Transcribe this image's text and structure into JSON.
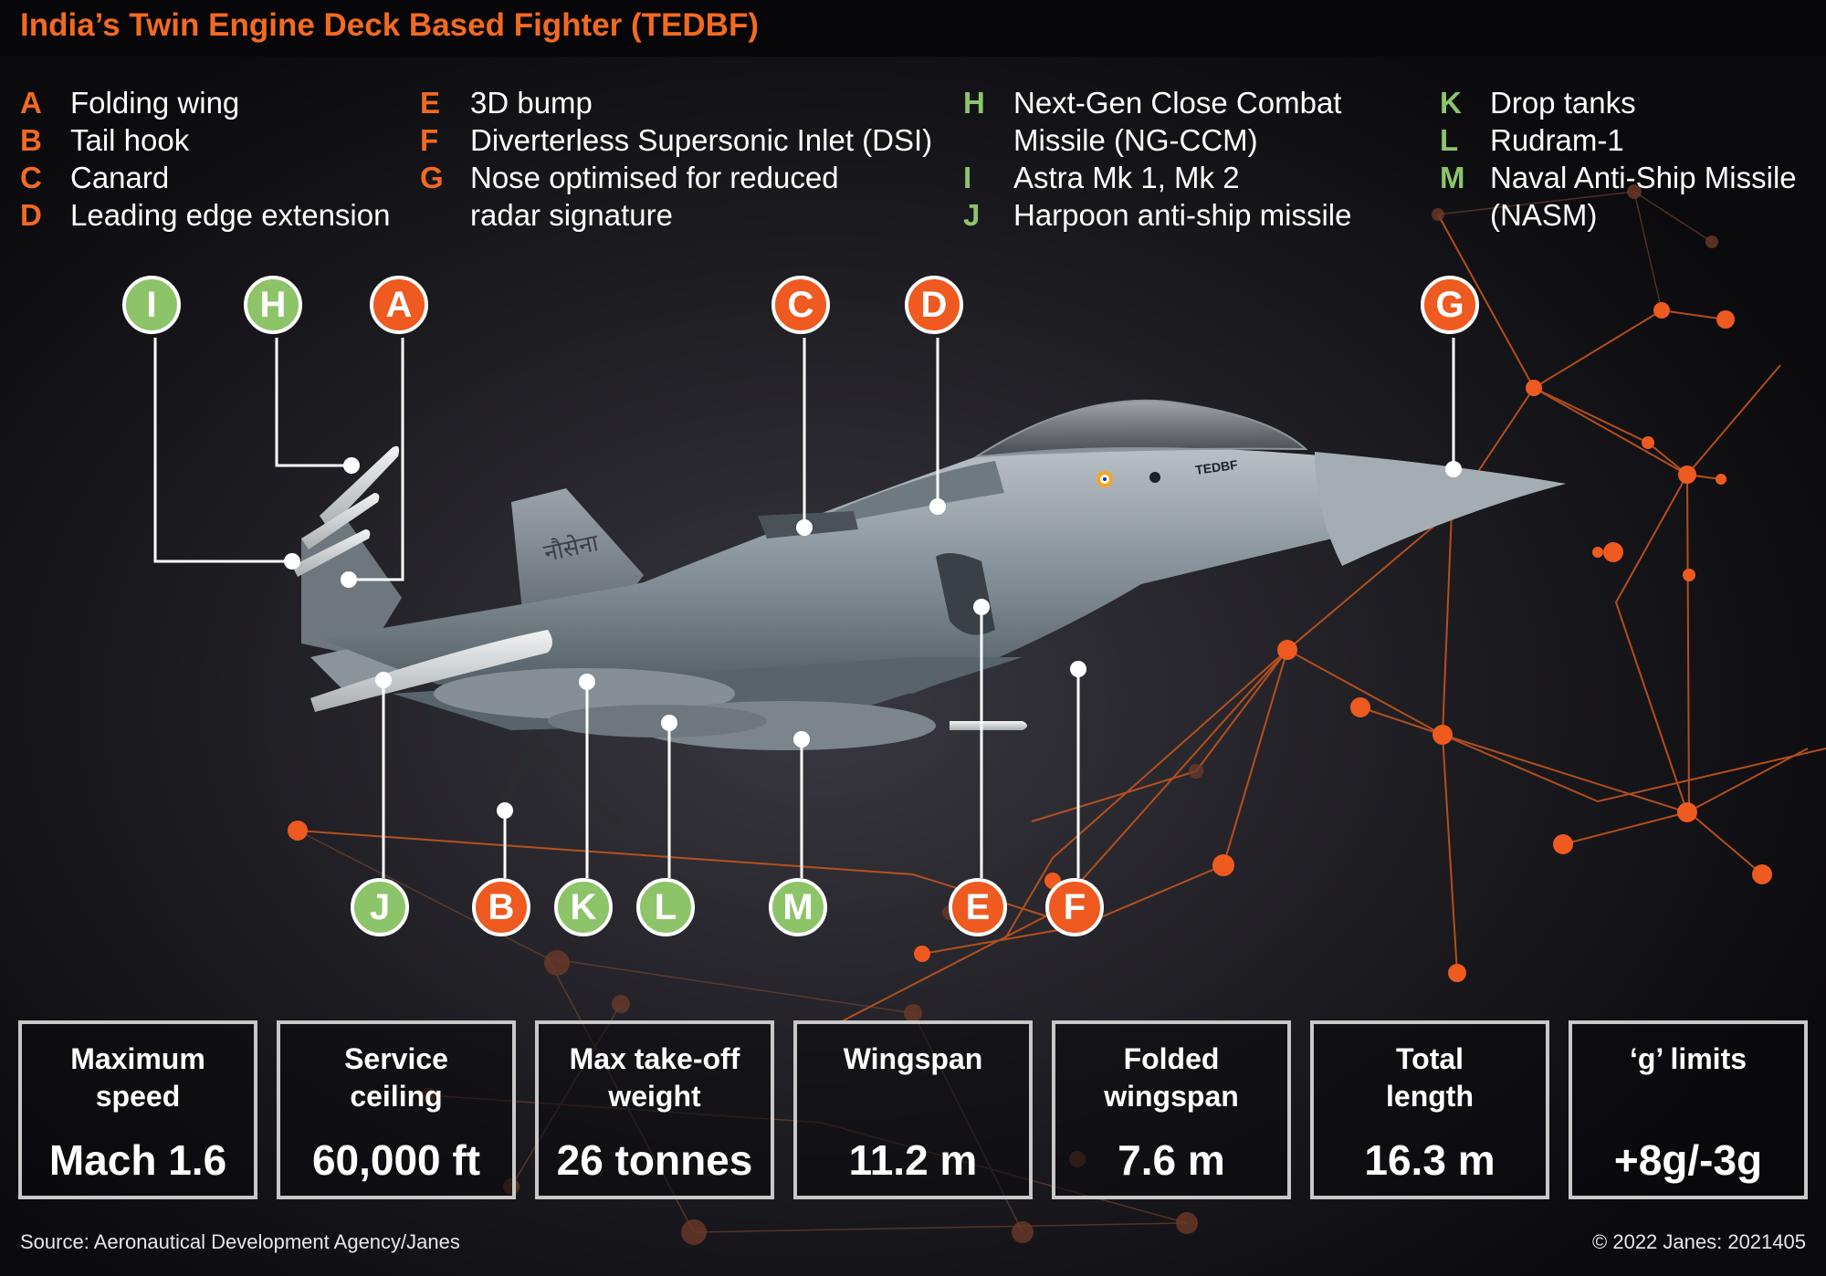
{
  "title": "India’s Twin Engine Deck Based Fighter (TEDBF)",
  "legend": [
    {
      "letter": "A",
      "text": "Folding wing",
      "color": "#f26a21"
    },
    {
      "letter": "B",
      "text": "Tail hook",
      "color": "#f26a21"
    },
    {
      "letter": "C",
      "text": "Canard",
      "color": "#f26a21"
    },
    {
      "letter": "D",
      "text": "Leading edge extension",
      "color": "#f26a21"
    },
    {
      "letter": "E",
      "text": "3D bump",
      "color": "#f26a21"
    },
    {
      "letter": "F",
      "text": "Diverterless Supersonic Inlet (DSI)",
      "color": "#f26a21"
    },
    {
      "letter": "G",
      "text": "Nose optimised for reduced",
      "text2": "radar signature",
      "color": "#f26a21"
    },
    {
      "letter": "H",
      "text": "Next-Gen Close Combat",
      "text2": "Missile (NG-CCM)",
      "color": "#8cc56b"
    },
    {
      "letter": "I",
      "text": "Astra Mk 1, Mk 2",
      "color": "#8cc56b"
    },
    {
      "letter": "J",
      "text": "Harpoon anti-ship missile",
      "color": "#8cc56b"
    },
    {
      "letter": "K",
      "text": "Drop tanks",
      "color": "#8cc56b"
    },
    {
      "letter": "L",
      "text": "Rudram-1",
      "color": "#8cc56b"
    },
    {
      "letter": "M",
      "text": "Naval Anti-Ship Missile",
      "text2": "(NASM)",
      "color": "#8cc56b"
    }
  ],
  "aircraft_markings": {
    "name": "TEDBF",
    "tail": "नौसेना"
  },
  "specs": [
    {
      "label": "Maximum",
      "label2": "speed",
      "value": "Mach 1.6"
    },
    {
      "label": "Service",
      "label2": "ceiling",
      "value": "60,000 ft"
    },
    {
      "label": "Max take-off",
      "label2": "weight",
      "value": "26 tonnes"
    },
    {
      "label": "Wingspan",
      "label2": "",
      "value": "11.2 m"
    },
    {
      "label": "Folded",
      "label2": "wingspan",
      "value": "7.6 m"
    },
    {
      "label": "Total",
      "label2": "length",
      "value": "16.3 m"
    },
    {
      "label": "‘g’ limits",
      "label2": "",
      "value": "+8g/-3g"
    }
  ],
  "source": "Source: Aeronautical Development Agency/Janes",
  "copyright": "© 2022 Janes: 2021405",
  "colors": {
    "accent_orange": "#f26a21",
    "accent_green": "#8cc56b",
    "background": "#0c0b0f"
  }
}
